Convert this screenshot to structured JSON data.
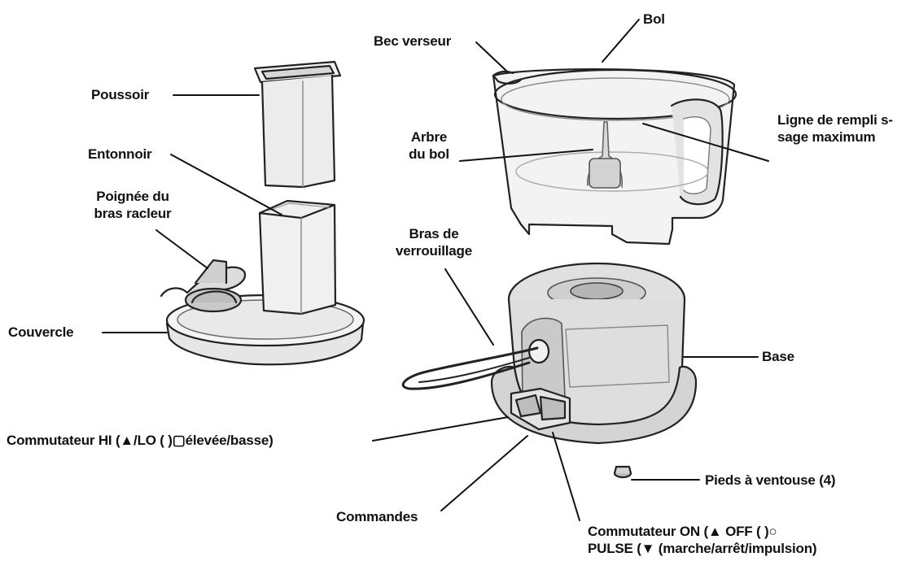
{
  "labels": {
    "poussoir": "Poussoir",
    "entonnoir": "Entonnoir",
    "poignee": [
      "Poignée du",
      "bras racleur"
    ],
    "couvercle": "Couvercle",
    "bec_verseur": "Bec verseur",
    "bol": "Bol",
    "arbre": [
      "Arbre",
      "du bol"
    ],
    "ligne": [
      "Ligne de rempli s-",
      "sage maximum"
    ],
    "bras": [
      "Bras de",
      "verrouillage"
    ],
    "base": "Base",
    "hi_lo": "Commutateur HI (▲/LO ( )▢élevée/basse)",
    "commandes": "Commandes",
    "pieds": "Pieds à ventouse (4)",
    "on_off": [
      "Commutateur ON (▲ OFF ( )○",
      "PULSE (▼ (marche/arrêt/impulsion)"
    ]
  }
}
